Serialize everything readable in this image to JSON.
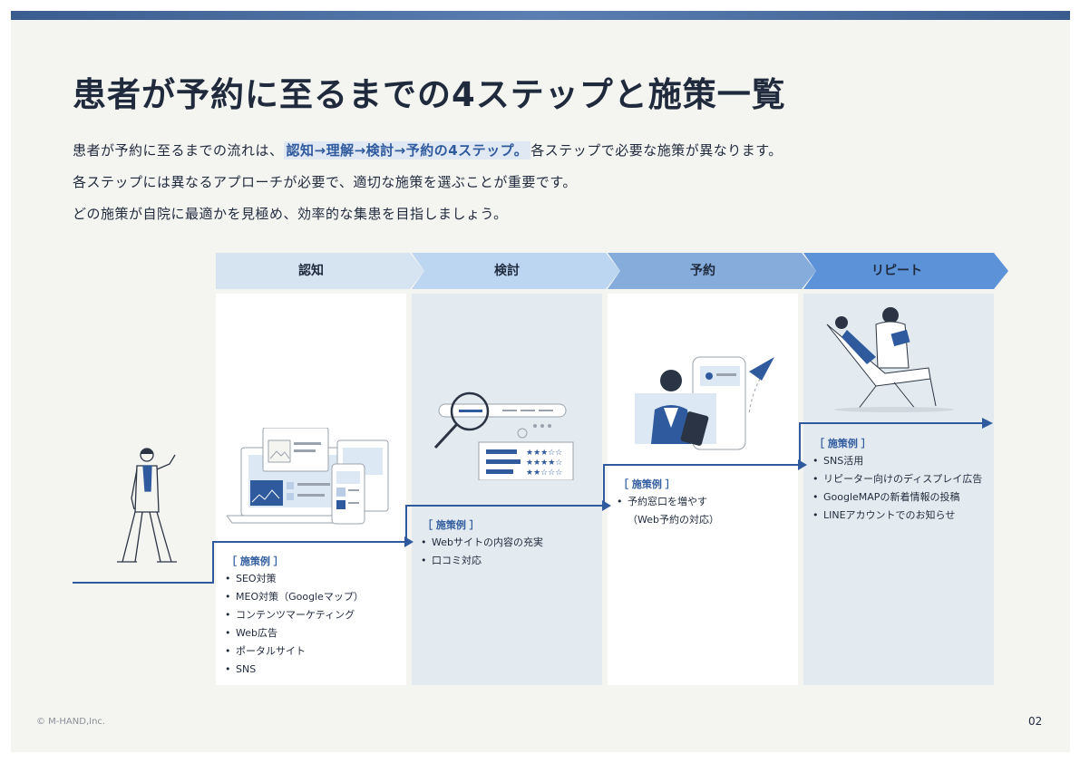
{
  "title": "患者が予約に至るまでの4ステップと施策一覧",
  "intro": {
    "line1_pre": "患者が予約に至るまでの流れは、",
    "line1_highlight": "認知→理解→検討→予約の4ステップ。",
    "line1_post": "各ステップで必要な施策が異なります。",
    "line2": "各ステップには異なるアプローチが必要で、適切な施策を選ぶことが重要です。",
    "line3": "どの施策が自院に最適かを見極め、効率的な集患を目指しましょう。"
  },
  "steps": [
    {
      "label": "認知",
      "example_title": "［ 施策例 ］",
      "items": [
        "SEO対策",
        "MEO対策（Googleマップ）",
        "コンテンツマーケティング",
        "Web広告",
        "ポータルサイト",
        "SNS"
      ]
    },
    {
      "label": "検討",
      "example_title": "［ 施策例 ］",
      "items": [
        "Webサイトの内容の充実",
        "口コミ対応"
      ]
    },
    {
      "label": "予約",
      "example_title": "［ 施策例 ］",
      "items": [
        "予約窓口を増やす",
        "（Web予約の対応）"
      ]
    },
    {
      "label": "リピート",
      "example_title": "［ 施策例 ］",
      "items": [
        "SNS活用",
        "リピーター向けのディスプレイ広告",
        "GoogleMAPの新着情報の投稿",
        "LINEアカウントでのお知らせ"
      ]
    }
  ],
  "colors": {
    "accent": "#2f5a9e",
    "chevron1": "#d6e4f1",
    "chevron2": "#bcd5f0",
    "chevron3": "#86acdc",
    "chevron4": "#5b92d8",
    "panel_white": "#ffffff",
    "panel_blue": "#e4ebf0"
  },
  "footer": {
    "copyright": "© M-HAND,Inc.",
    "page": "02"
  }
}
